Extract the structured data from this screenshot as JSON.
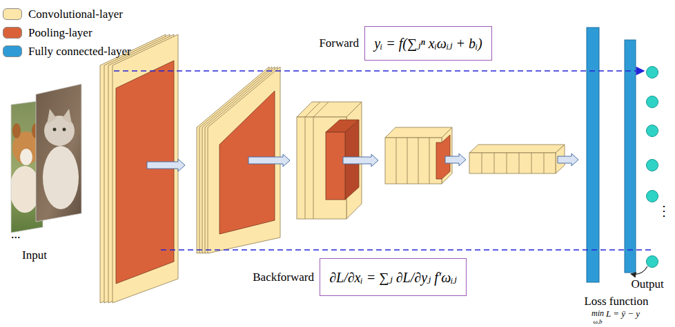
{
  "diagram": {
    "nodes": [
      {
        "text": [
          "Forward",
          "yᵢ = f(∑ⱼⁿ xᵢωᵢⱼ + bᵢ)"
        ]
      },
      {
        "text": [
          "Backforward",
          "∂L/∂xᵢ = ∑ⱼ ∂L/∂yⱼ f′ωᵢⱼ"
        ]
      }
    ],
    "labels": [
      "...",
      "Input",
      "⋮",
      "Output",
      "Loss function",
      "min",
      "ω,b",
      "L = ȳ − y"
    ],
    "legend": [
      {
        "text": "Convolutional-layer",
        "color": "#fde6a9"
      },
      {
        "text": "Pooling-layer",
        "color": "#d9623b"
      },
      {
        "text": "Fully connected-layer",
        "color": "#2e9bd6"
      }
    ]
  }
}
